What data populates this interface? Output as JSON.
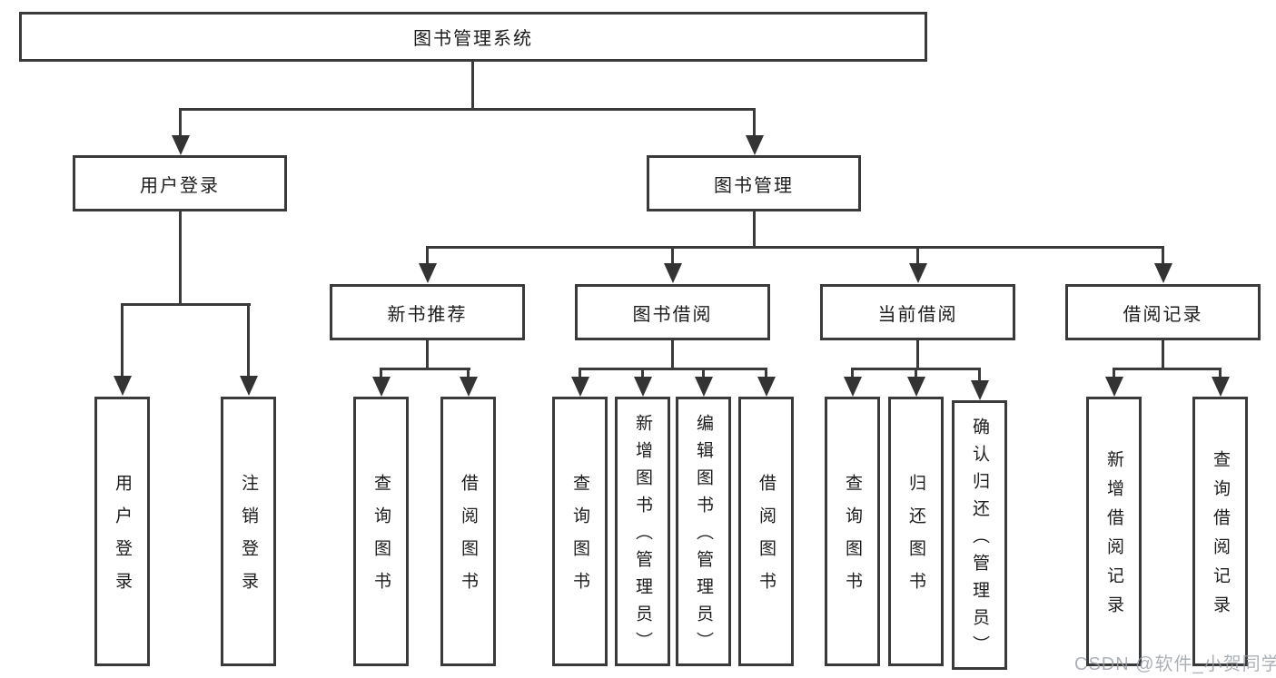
{
  "diagram": {
    "type": "tree",
    "root": "图书管理系统",
    "children": [
      {
        "label": "用户登录",
        "children": [
          {
            "label": "用户登录"
          },
          {
            "label": "注销登录"
          }
        ]
      },
      {
        "label": "图书管理",
        "children": [
          {
            "label": "新书推荐",
            "children": [
              {
                "label": "查询图书"
              },
              {
                "label": "借阅图书"
              }
            ]
          },
          {
            "label": "图书借阅",
            "children": [
              {
                "label": "查询图书"
              },
              {
                "label": "新增图书（管理员）"
              },
              {
                "label": "编辑图书（管理员）"
              },
              {
                "label": "借阅图书"
              }
            ]
          },
          {
            "label": "当前借阅",
            "children": [
              {
                "label": "查询图书"
              },
              {
                "label": "归还图书"
              },
              {
                "label": "确认归还（管理员）"
              }
            ]
          },
          {
            "label": "借阅记录",
            "children": [
              {
                "label": "新增借阅记录"
              },
              {
                "label": "查询借阅记录"
              }
            ]
          }
        ]
      }
    ]
  },
  "watermark": "CSDN @软件_小贺同学",
  "colors": {
    "line": "#3a3a3a",
    "text": "#1c1c1c",
    "background": "#ffffff",
    "watermark": "#97a0a9"
  }
}
